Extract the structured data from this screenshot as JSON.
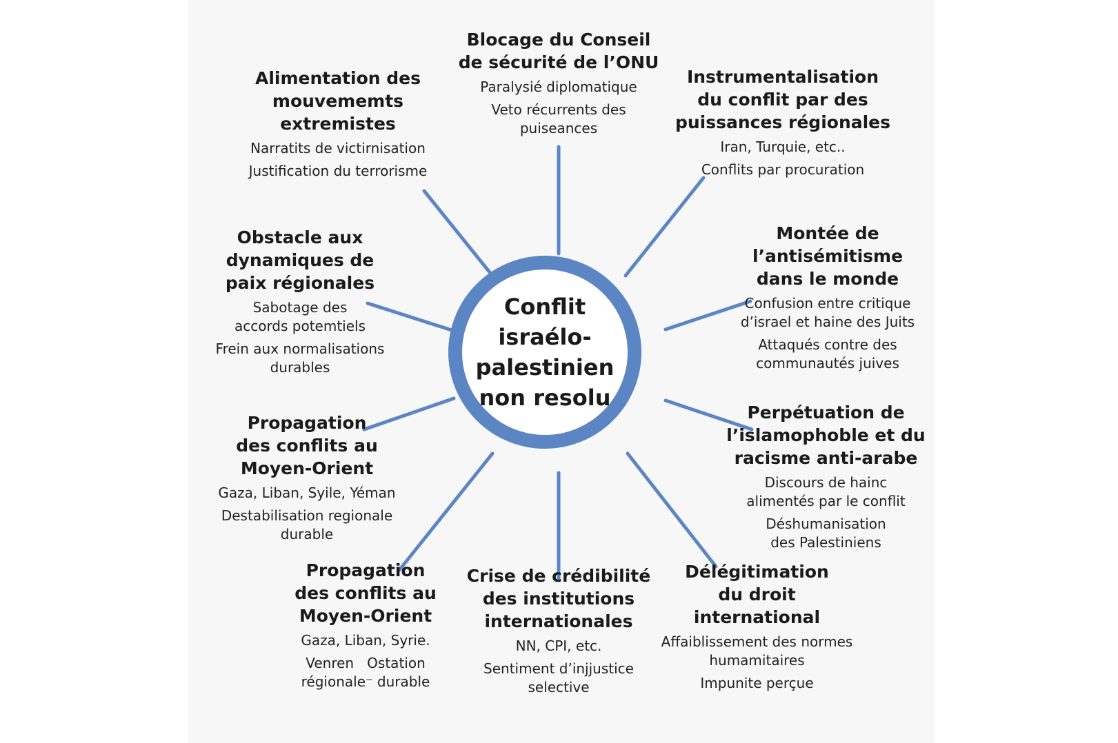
{
  "center": {
    "lines": [
      "Conflit",
      "israélo-palestinien",
      "non resolu"
    ]
  },
  "nodes": [
    {
      "key": "top",
      "title": [
        "Blocage du Conseil",
        "de sécurité de l’ONU"
      ],
      "details": [
        [
          "Paralysié diplomatique"
        ],
        [
          "Veto récurrents des",
          "puiseances"
        ]
      ]
    },
    {
      "key": "top-right",
      "title": [
        "Instrumentalisation",
        "du conflit par des",
        "puissances régionales"
      ],
      "details": [
        [
          "Iran, Turquie, etc.."
        ],
        [
          "Conflits par procuration"
        ]
      ]
    },
    {
      "key": "right-upper",
      "title": [
        "Montée de",
        "l’antisémitisme",
        "dans le monde"
      ],
      "details": [
        [
          "Confusion entre critique",
          "d’israel et haine des Juits"
        ],
        [
          "Attaqués contre des",
          "communautés juives"
        ]
      ]
    },
    {
      "key": "right-lower",
      "title": [
        "Perpétuation de",
        "l’islamophoble et du",
        "racisme anti-arabe"
      ],
      "details": [
        [
          "Discours de hainc",
          "alimentés par le conflit"
        ],
        [
          "Déshumanisation",
          "des Palestiniens"
        ]
      ]
    },
    {
      "key": "bottom-right",
      "title": [
        "Délégitimation",
        "du droit",
        "international"
      ],
      "details": [
        [
          "Affaiblissement des normes",
          "humamitaires"
        ],
        [
          "Impunite perçue"
        ]
      ]
    },
    {
      "key": "bottom",
      "title": [
        "Crise de crédibilité",
        "des institutions",
        "internationales"
      ],
      "details": [
        [
          "NN, CPI, etc."
        ],
        [
          "Sentiment d’injjustice",
          "selective"
        ]
      ]
    },
    {
      "key": "bottom-left",
      "title": [
        "Propagation",
        "des conflits au",
        "Moyen-Orient"
      ],
      "details": [
        [
          "Gaza, Liban, Syrie."
        ],
        [
          "Venren   Ostation",
          "régionale⁻ durable"
        ]
      ]
    },
    {
      "key": "left-lower",
      "title": [
        "Propagation",
        "des conflits au",
        "Moyen-Orient"
      ],
      "details": [
        [
          "Gaza, Liban, Syile, Yéman"
        ],
        [
          "Destabilisation regionale",
          "durable"
        ]
      ]
    },
    {
      "key": "left-upper",
      "title": [
        "Obstacle aux",
        "dynamiques de",
        "paix régionales"
      ],
      "details": [
        [
          "Sabotage des",
          "accords potemtiels"
        ],
        [
          "Frein aux normalisations",
          "durables"
        ]
      ]
    },
    {
      "key": "top-left",
      "title": [
        "Alimentation des",
        "mouvememts",
        "extremistes"
      ],
      "details": [
        [
          "Narratits de victirnisation"
        ],
        [
          "Justification du terrorisme"
        ]
      ]
    }
  ],
  "colors": {
    "accent": "#5b85c3",
    "panel": "#f7f7f7"
  }
}
